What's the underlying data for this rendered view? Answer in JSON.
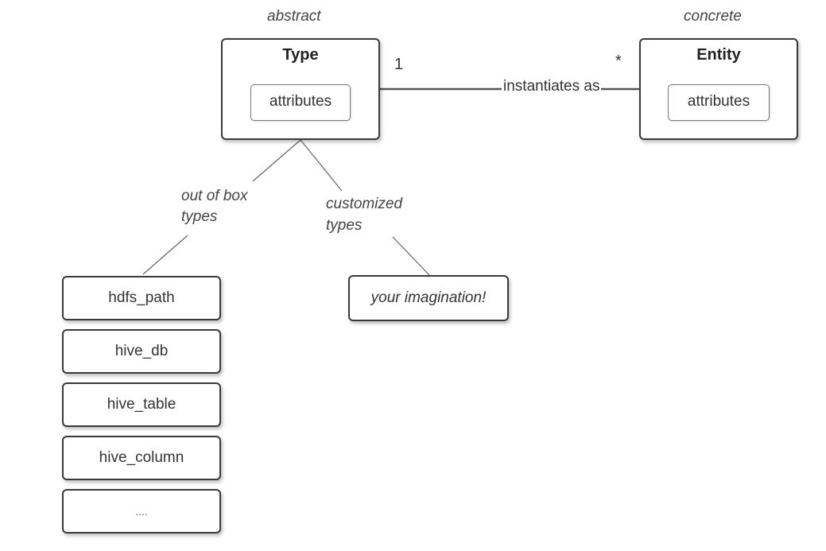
{
  "stereotypes": {
    "abstract": "abstract",
    "concrete": "concrete"
  },
  "type_box": {
    "title": "Type",
    "attribute": "attributes"
  },
  "entity_box": {
    "title": "Entity",
    "attribute": "attributes"
  },
  "association": {
    "label": "instantiates as",
    "multiplicity_left": "1",
    "multiplicity_right": "*"
  },
  "branches": {
    "out_of_box": [
      "out of box",
      "types"
    ],
    "customized": [
      "customized",
      "types"
    ]
  },
  "builtin_types": [
    "hdfs_path",
    "hive_db",
    "hive_table",
    "hive_column",
    "...."
  ],
  "custom_type": "your imagination!"
}
